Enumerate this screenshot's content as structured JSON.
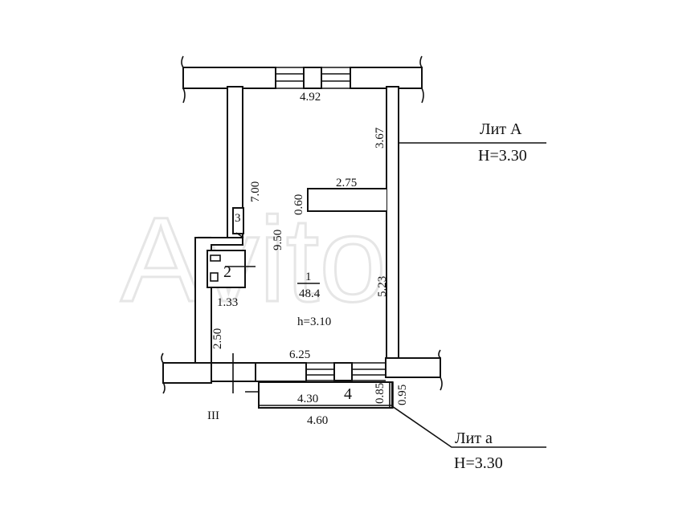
{
  "watermark": "Avito",
  "building": {
    "label": "Лит А",
    "height": "Н=3.30"
  },
  "balcony_building": {
    "label": "Лит а",
    "height": "Н=3.30"
  },
  "floor_label": "III",
  "rooms": {
    "main": {
      "number": "1",
      "area": "48.4",
      "height": "h=3.10"
    },
    "bath": {
      "number": "2"
    },
    "closet": {
      "number": "3"
    },
    "balcony": {
      "number": "4"
    }
  },
  "dimensions": {
    "top": "4.92",
    "right_upper": "3.67",
    "partition": "2.75",
    "partition_thickness": "0.60",
    "left_upper": "7.00",
    "left_total": "9.50",
    "right_lower": "5.23",
    "bath_width": "1.33",
    "left_lower": "2.50",
    "bottom": "6.25",
    "balcony_inner": "4.30",
    "balcony_outer": "4.60",
    "balcony_depth_inner": "0.85",
    "balcony_depth_outer": "0.95"
  },
  "colors": {
    "line": "#111111",
    "background": "#ffffff"
  }
}
